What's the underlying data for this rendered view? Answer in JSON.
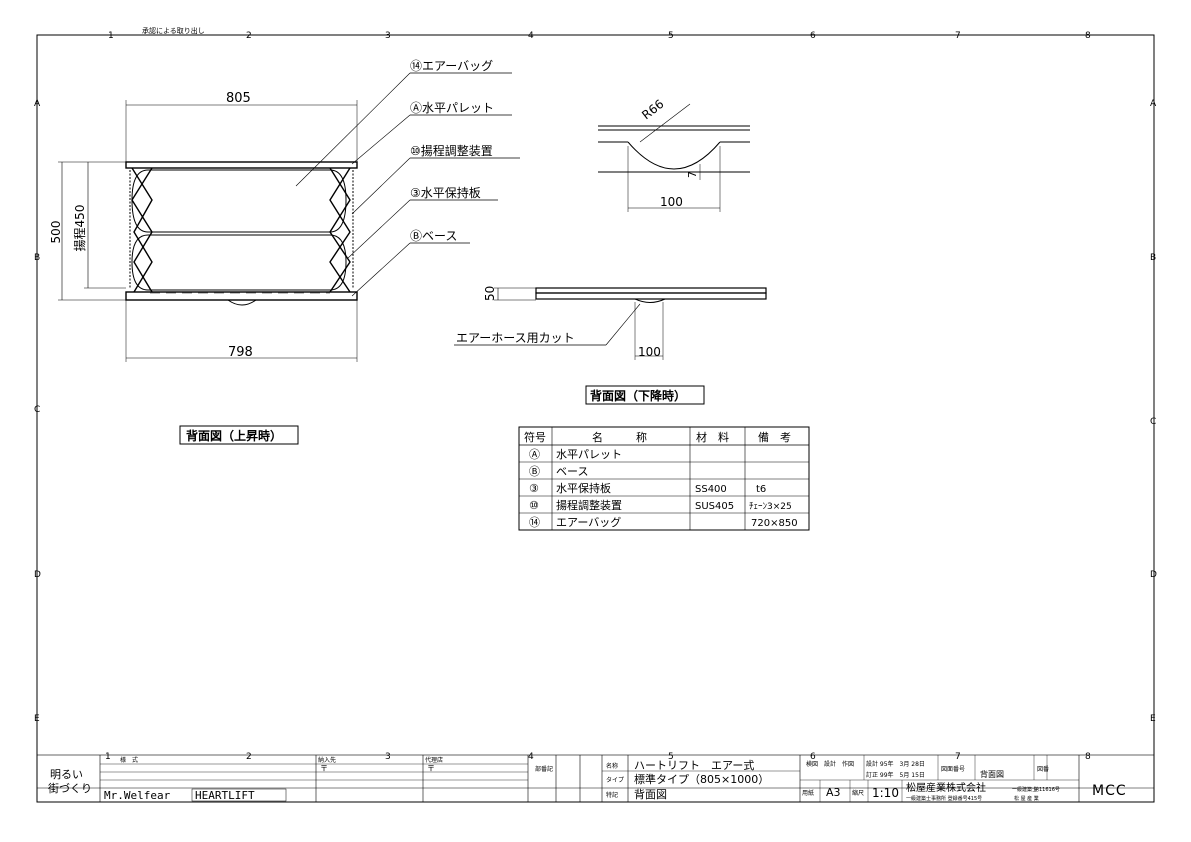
{
  "sheet": {
    "top_note": "承認による取り出し",
    "col_numbers": [
      "1",
      "2",
      "3",
      "4",
      "5",
      "6",
      "7",
      "8"
    ],
    "row_letters": [
      "A",
      "B",
      "C",
      "D",
      "E"
    ]
  },
  "upper_view": {
    "dim_top": "805",
    "dim_bottom": "798",
    "dim_height": "500",
    "dim_stroke": "揚程450",
    "caption": "背面図（上昇時）"
  },
  "callouts": [
    "⑭エアーバッグ",
    "Ⓐ水平パレット",
    "⑩揚程調整装置",
    "③水平保持板",
    "Ⓑベース"
  ],
  "detail": {
    "radius": "R66",
    "depth": "7",
    "width": "100"
  },
  "lower_view": {
    "dim_height": "50",
    "hose_label": "エアーホース用カット",
    "dim_cut": "100",
    "caption": "背面図（下降時）"
  },
  "parts_table": {
    "headers": [
      "符号",
      "名　　　称",
      "材　料",
      "備　考"
    ],
    "rows": [
      [
        "Ⓐ",
        "水平パレット",
        "",
        ""
      ],
      [
        "Ⓑ",
        "ベース",
        "",
        ""
      ],
      [
        "③",
        "水平保持板",
        "SS400",
        "t6"
      ],
      [
        "⑩",
        "揚程調整装置",
        "SUS405",
        "ﾁｪｰﾝ3×25"
      ],
      [
        "⑭",
        "エアーバッグ",
        "",
        "720×850"
      ]
    ]
  },
  "title_block": {
    "slogan_1": "明るい",
    "slogan_2": "街づくり",
    "brand_1": "Mr.Welfear",
    "brand_2": "HEARTLIFT",
    "col_label_1": "様　式",
    "col_label_2": "納入先",
    "col_label_3": "代理店",
    "postal_1": "〒",
    "postal_2": "〒",
    "pad_label": "部番記",
    "label_name": "名称",
    "label_type": "タイプ",
    "label_note": "特記",
    "product_name": "ハートリフト　エアー式",
    "product_type": "標準タイプ（805×1000）",
    "product_note": "背面図",
    "approve_labels": "検図　設計　作図",
    "design_date": "設計 95年　3月 28日",
    "revise_date": "訂正 99年　5月 15日",
    "drawing_no_label": "図面番号",
    "drawing_name": "背面図",
    "sheet_label": "図番",
    "size_label": "用紙",
    "size_value": "A3",
    "scale_label": "縮尺",
    "scale_value": "1:10",
    "company": "松屋産業株式会社",
    "company_sub": "一級建築士事務所 登録番号415号",
    "company_right_1": "一級建築士",
    "company_right_2": "第11616号",
    "company_right_3": "松 屋 産 業",
    "logo": "MCC"
  }
}
